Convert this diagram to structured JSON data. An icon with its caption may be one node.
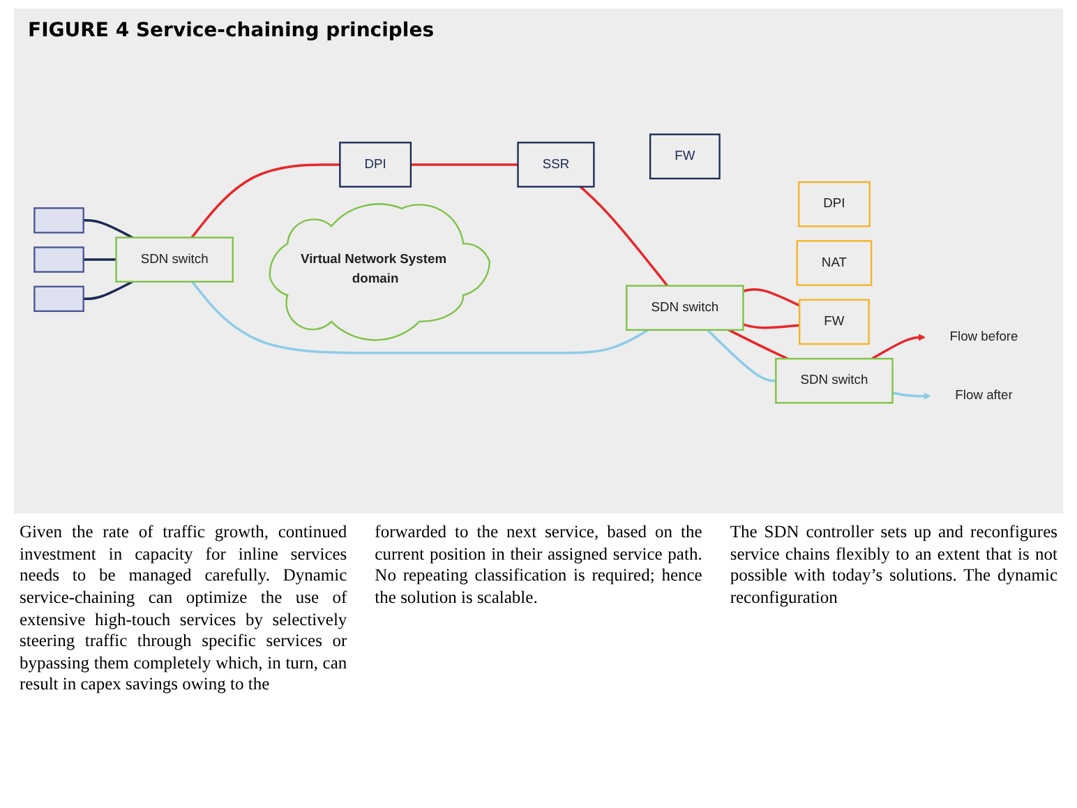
{
  "diagram": {
    "title": "FIGURE 4 Service-chaining principles",
    "nodes": [
      {
        "text": [],
        "shape": "box"
      },
      {
        "text": [],
        "shape": "box"
      },
      {
        "text": [],
        "shape": "box"
      },
      {
        "text": [
          "DPI"
        ]
      },
      {
        "text": [
          "SSR"
        ]
      },
      {
        "text": [
          "FW"
        ]
      },
      {
        "text": [
          "DPI"
        ]
      },
      {
        "text": [
          "NAT"
        ]
      },
      {
        "text": [
          "FW"
        ]
      },
      {
        "text": [
          "SDN switch"
        ]
      },
      {
        "text": [
          "SDN switch"
        ]
      },
      {
        "text": [
          "SDN switch"
        ]
      },
      {
        "text": [
          "Virtual Network System domain"
        ]
      },
      {
        "text": [
          "Flow before"
        ]
      },
      {
        "text": [
          "Flow after"
        ]
      }
    ],
    "edges": [
      {
        "from": 0,
        "to": 9,
        "arrow": "none",
        "color": "#1b2a55"
      },
      {
        "from": 1,
        "to": 9,
        "arrow": "none",
        "color": "#1b2a55"
      },
      {
        "from": 2,
        "to": 9,
        "arrow": "none",
        "color": "#1b2a55"
      },
      {
        "from": 9,
        "to": 3,
        "arrow": "none"
      },
      {
        "from": 3,
        "to": 4,
        "arrow": "none"
      },
      {
        "from": 4,
        "to": 10,
        "arrow": "none"
      },
      {
        "from": 10,
        "to": 8,
        "arrow": "none"
      },
      {
        "from": 8,
        "to": 10,
        "arrow": "none"
      },
      {
        "from": 10,
        "to": 11,
        "arrow": "none"
      },
      {
        "from": 11,
        "to": 13,
        "arrow": "to"
      },
      {
        "from": 9,
        "to": 10,
        "arrow": "none",
        "color": "#8ccbe8"
      },
      {
        "from": 10,
        "to": 11,
        "arrow": "none",
        "color": "#8ccbe8"
      },
      {
        "from": 11,
        "to": 14,
        "arrow": "to",
        "color": "#8ccbe8"
      }
    ],
    "labels": [
      "Given the rate of traffic growth, continued investment in capacity for inline services needs to be managed carefully. Dynamic service-chaining can optimize the use of extensive high-touch services by selectively steering traffic through specific services or bypassing them completely which, in turn, can result in capex savings owing to the",
      "forwarded to the next service, based on the current position in their assigned service path. No repeating classification is required; hence the solution is scalable.",
      "The SDN controller sets up and reconfigures service chains flexibly to an extent that is not possible with today’s solutions. The dynamic reconfiguration"
    ]
  }
}
